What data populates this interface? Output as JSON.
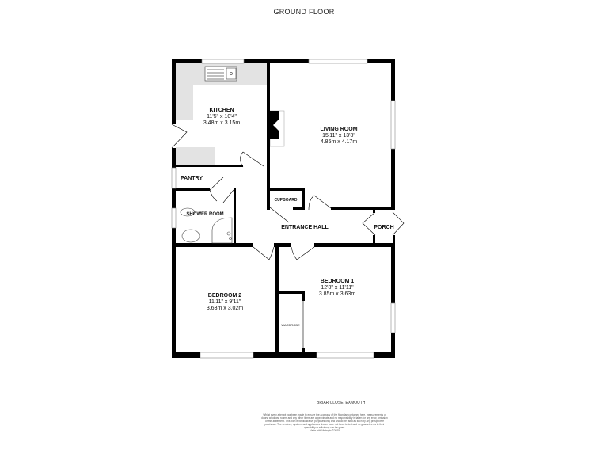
{
  "title": "GROUND FLOOR",
  "rooms": {
    "kitchen": {
      "name": "KITCHEN",
      "imperial": "11'5\"  x 10'4\"",
      "metric": "3.48m  x 3.15m"
    },
    "living_room": {
      "name": "LIVING ROOM",
      "imperial": "15'11\"  x 13'8\"",
      "metric": "4.85m  x 4.17m"
    },
    "pantry": {
      "name": "PANTRY"
    },
    "cupboard": {
      "name": "CUPBOARD"
    },
    "shower_room": {
      "name": "SHOWER ROOM"
    },
    "entrance_hall": {
      "name": "ENTRANCE HALL"
    },
    "porch": {
      "name": "PORCH"
    },
    "bedroom_2": {
      "name": "BEDROOM 2",
      "imperial": "11'11\"  x 9'11\"",
      "metric": "3.63m  x 3.02m"
    },
    "bedroom_1": {
      "name": "BEDROOM 1",
      "imperial": "12'8\"  x 11'11\"",
      "metric": "3.85m  x 3.63m"
    },
    "wardrobe": {
      "name": "WARDROBE"
    }
  },
  "address": "BRIAR CLOSE, EXMOUTH",
  "disclaimer": "Whilst every attempt has been made to ensure the accuracy of the floorplan contained here, measurements of doors, windows, rooms and any other items are approximate and no responsibility is taken for any error, omission or mis-statement. This plan is for illustrative purposes only and should be used as such by any prospective purchaser. The services, systems and appliances shown have not been tested and no guarantee as to their operability or efficiency can be given.",
  "credit": "Made with Metropix ©2025",
  "colors": {
    "wall": "#000000",
    "worktop": "#e3e3e3"
  }
}
